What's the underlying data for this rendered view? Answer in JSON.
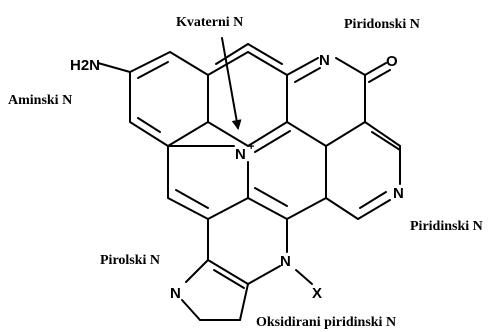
{
  "labels": {
    "quaternary": "Kvaterni N",
    "pyridonic": "Piridonski N",
    "amino": "Aminski N",
    "pyridinic": "Piridinski N",
    "pyrrolic": "Pirolski N",
    "oxidized_pyridinic": "Oksidirani piridinski N"
  },
  "atoms": {
    "amine": "H2N",
    "n_pyridonic": "N",
    "o_carbonyl": "O",
    "n_pyridinic": "N",
    "n_quaternary": "N",
    "quaternary_charge": "+",
    "n_oxidized": "N",
    "x_substituent": "X",
    "n_pyrrolic": "N"
  }
}
